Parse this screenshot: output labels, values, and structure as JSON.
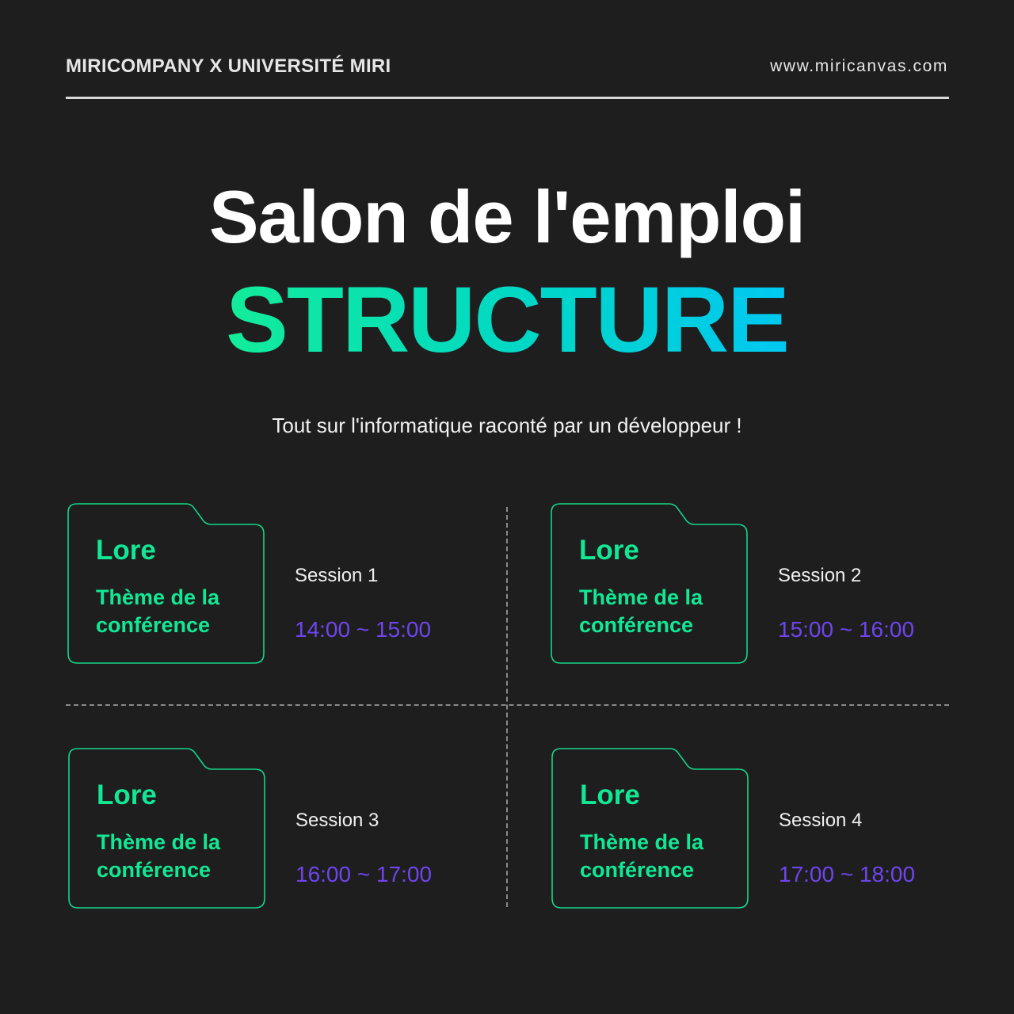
{
  "header": {
    "left": "MIRICOMPANY X UNIVERSITÉ MIRI",
    "right": "www.miricanvas.com"
  },
  "title": "Salon de l'emploi",
  "highlight": "STRUCTURE",
  "subtitle": "Tout sur l'informatique raconté par un développeur !",
  "colors": {
    "background": "#1e1e1f",
    "accent_green": "#12e894",
    "accent_cyan": "#00c8f2",
    "time_purple": "#6e45ee"
  },
  "sessions": [
    {
      "folder_title": "Lore",
      "theme": "Thème de la conférence",
      "label": "Session 1",
      "time": "14:00 ~ 15:00"
    },
    {
      "folder_title": "Lore",
      "theme": "Thème de la conférence",
      "label": "Session 2",
      "time": "15:00 ~ 16:00"
    },
    {
      "folder_title": "Lore",
      "theme": "Thème de la conférence",
      "label": "Session 3",
      "time": "16:00 ~ 17:00"
    },
    {
      "folder_title": "Lore",
      "theme": "Thème de la conférence",
      "label": "Session 4",
      "time": "17:00 ~ 18:00"
    }
  ]
}
